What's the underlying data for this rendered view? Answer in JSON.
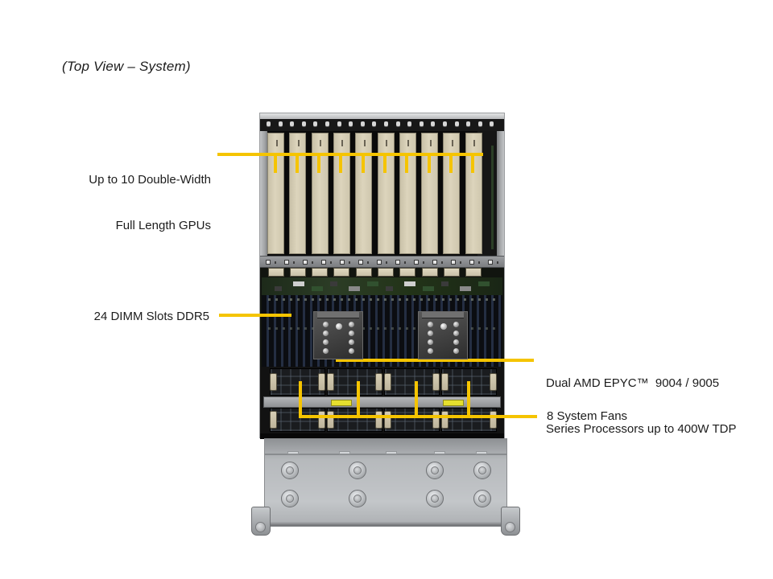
{
  "title": "(Top View – System)",
  "colors": {
    "callout_yellow": "#F5C400",
    "gpu_slot_tan": "#D6CEB5",
    "chassis_dark": "#0C0C0C",
    "panel_gray": "#B6B9BC",
    "pcb_green": "#2C3D26"
  },
  "callouts": {
    "gpus": {
      "line1": "Up to 10 Double-Width",
      "line2": "Full Length GPUs"
    },
    "dimm": {
      "label": "24 DIMM Slots DDR5"
    },
    "cpu": {
      "line1": "Dual AMD EPYC™  9004 / 9005",
      "line2": "Series Processors up to 400W TDP"
    },
    "fans": {
      "label": "8 System Fans"
    }
  },
  "diagram": {
    "gpu_slot_count": 10,
    "gpu_tick_count": 10,
    "dimm_slot_count": 24,
    "cpu_count": 2,
    "fan_rows": 2,
    "fans_per_row": 4,
    "fan_callout_tick_count": 4,
    "warning_sticker_count": 2,
    "thumbscrew_rows": 2,
    "thumbscrews_per_row": 4,
    "top_screw_count": 20,
    "rail_screw_count": 13,
    "connector_tab_count": 10
  }
}
